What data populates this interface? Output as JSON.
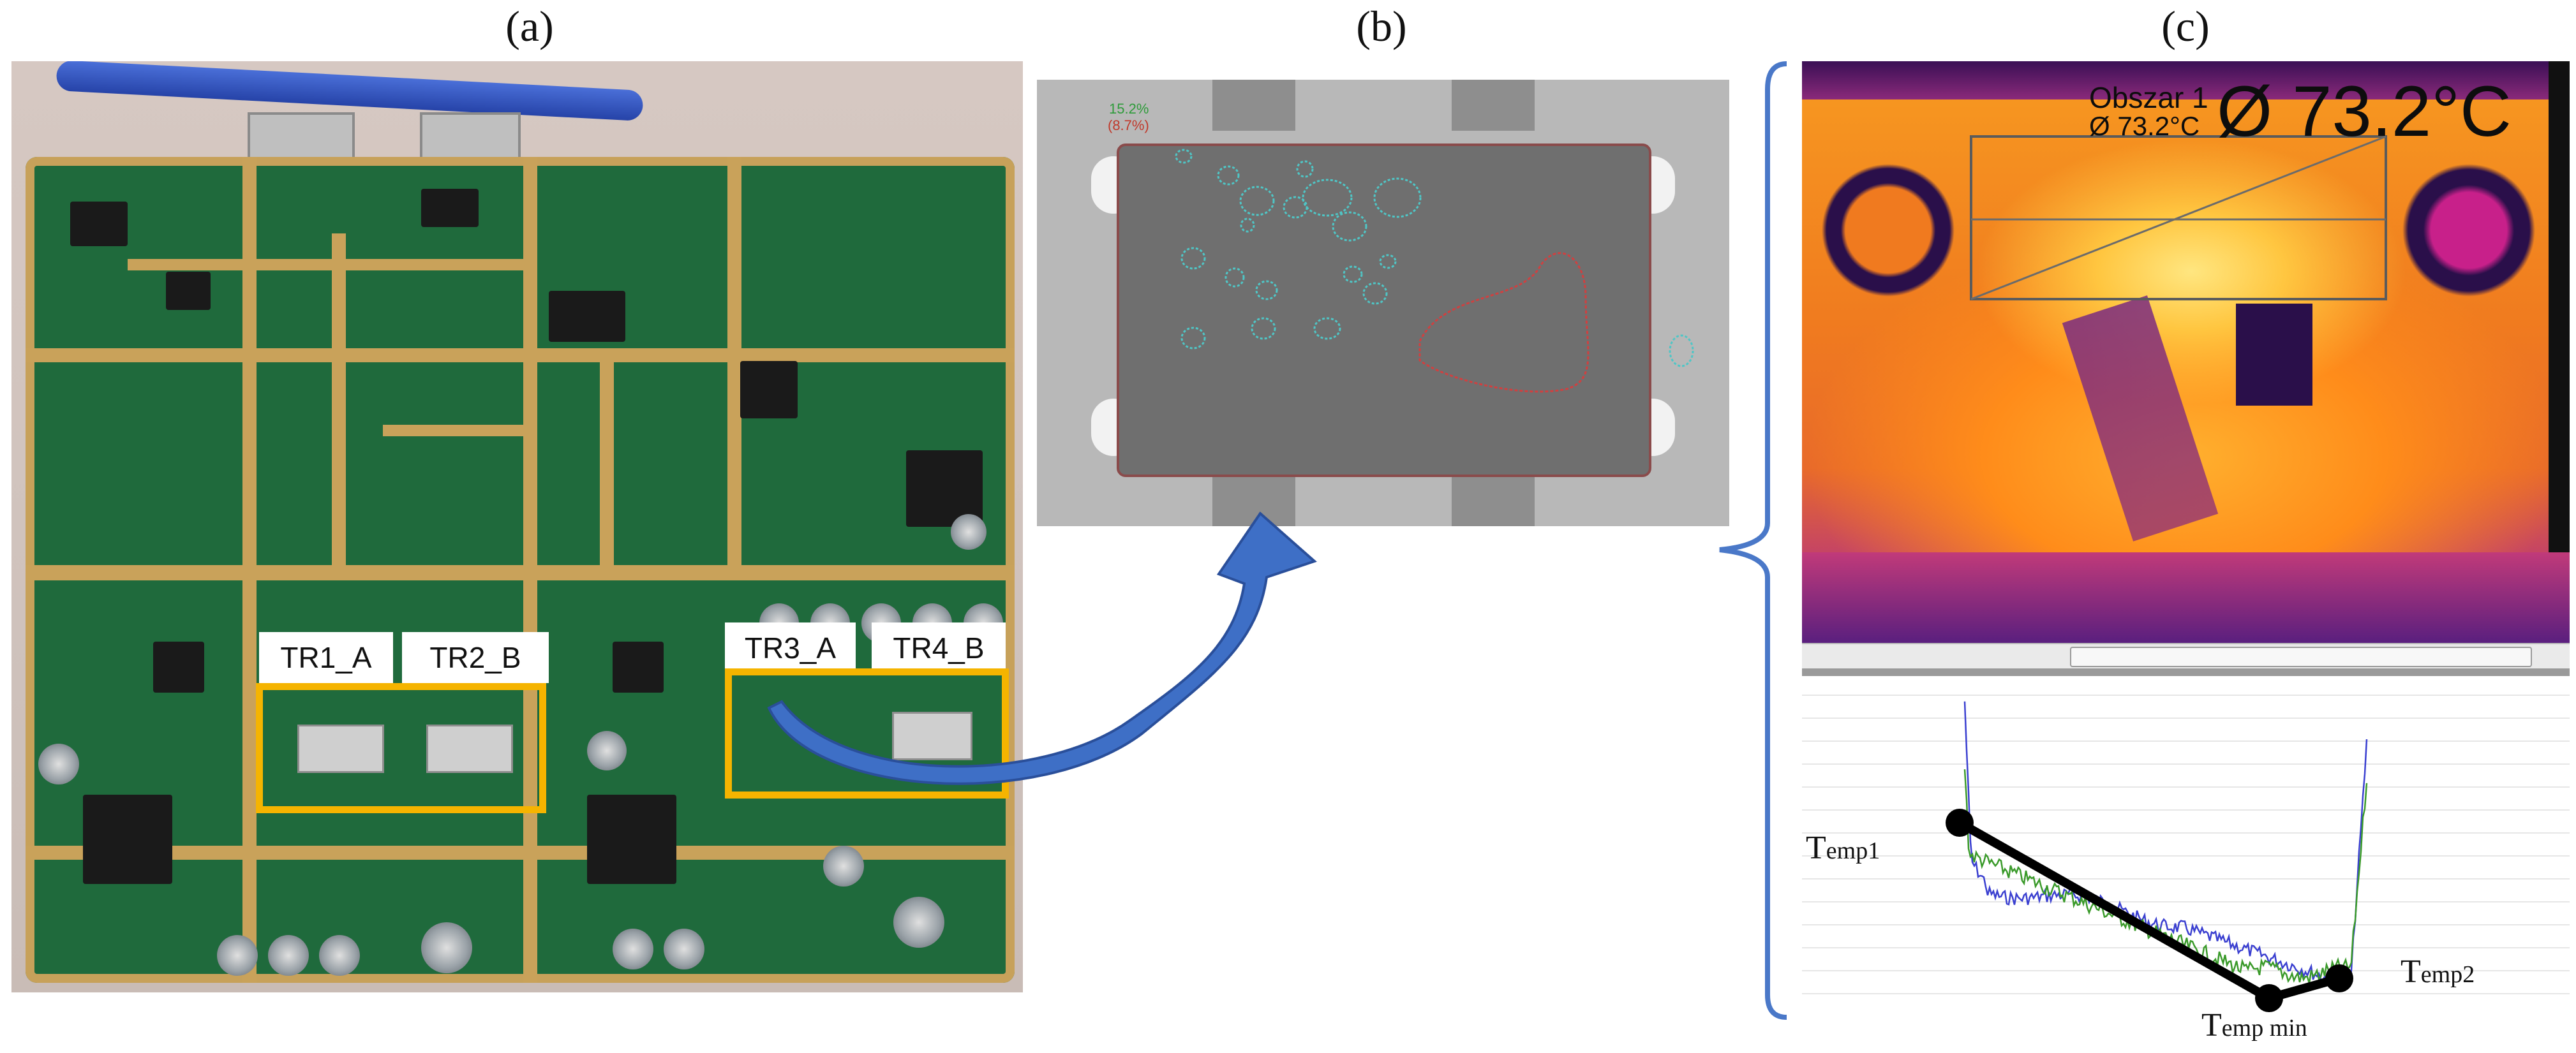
{
  "panels": {
    "a": {
      "label": "(a)"
    },
    "b": {
      "label": "(b)"
    },
    "c": {
      "label": "(c)"
    }
  },
  "pcb": {
    "transistor_labels": [
      "TR1_A",
      "TR2_B",
      "TR3_A",
      "TR4_B"
    ],
    "highlight_color": "#f5b400"
  },
  "xray": {
    "void_percent": "15.2%",
    "void_percent_secondary": "(8.7%)"
  },
  "thermal": {
    "area_name": "Obszar 1",
    "area_value_small": "Ø 73.2°C",
    "reading": "Ø 73.2°C"
  },
  "profile": {
    "labels": {
      "temp1": {
        "main": "T",
        "sub": "emp1"
      },
      "temp2": {
        "main": "T",
        "sub": "emp2"
      },
      "temp_min": {
        "main": "T",
        "sub": "emp min"
      }
    },
    "series_colors": [
      "#3a3fd0",
      "#3a9a2a"
    ]
  },
  "colors": {
    "arrow": "#3e6fc6",
    "bracket": "#4a78c8"
  }
}
